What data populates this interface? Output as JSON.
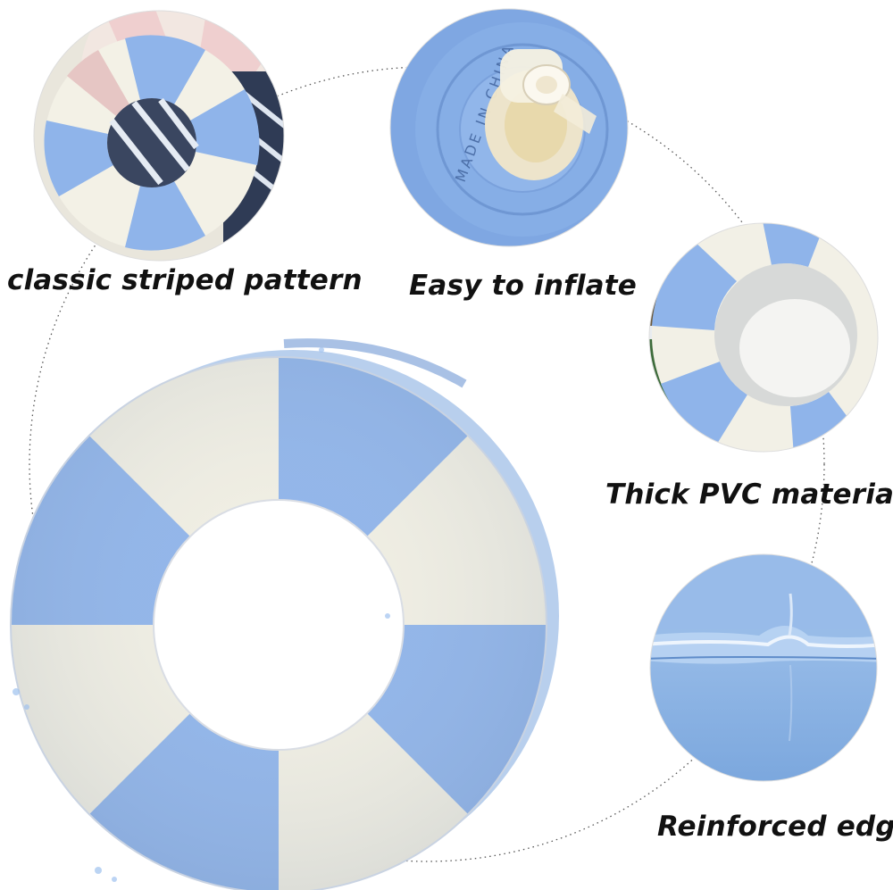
{
  "features": [
    {
      "label": "classic striped pattern"
    },
    {
      "label": "Easy to inflate"
    },
    {
      "label": "Thick PVC material"
    },
    {
      "label": "Reinforced edge"
    }
  ],
  "valve_imprint": "MADE IN CHINA",
  "colors": {
    "stripe_blue": "#8fb4ea",
    "stripe_cream": "#f1efe3",
    "connector_line": "#555555",
    "text": "#111111"
  }
}
